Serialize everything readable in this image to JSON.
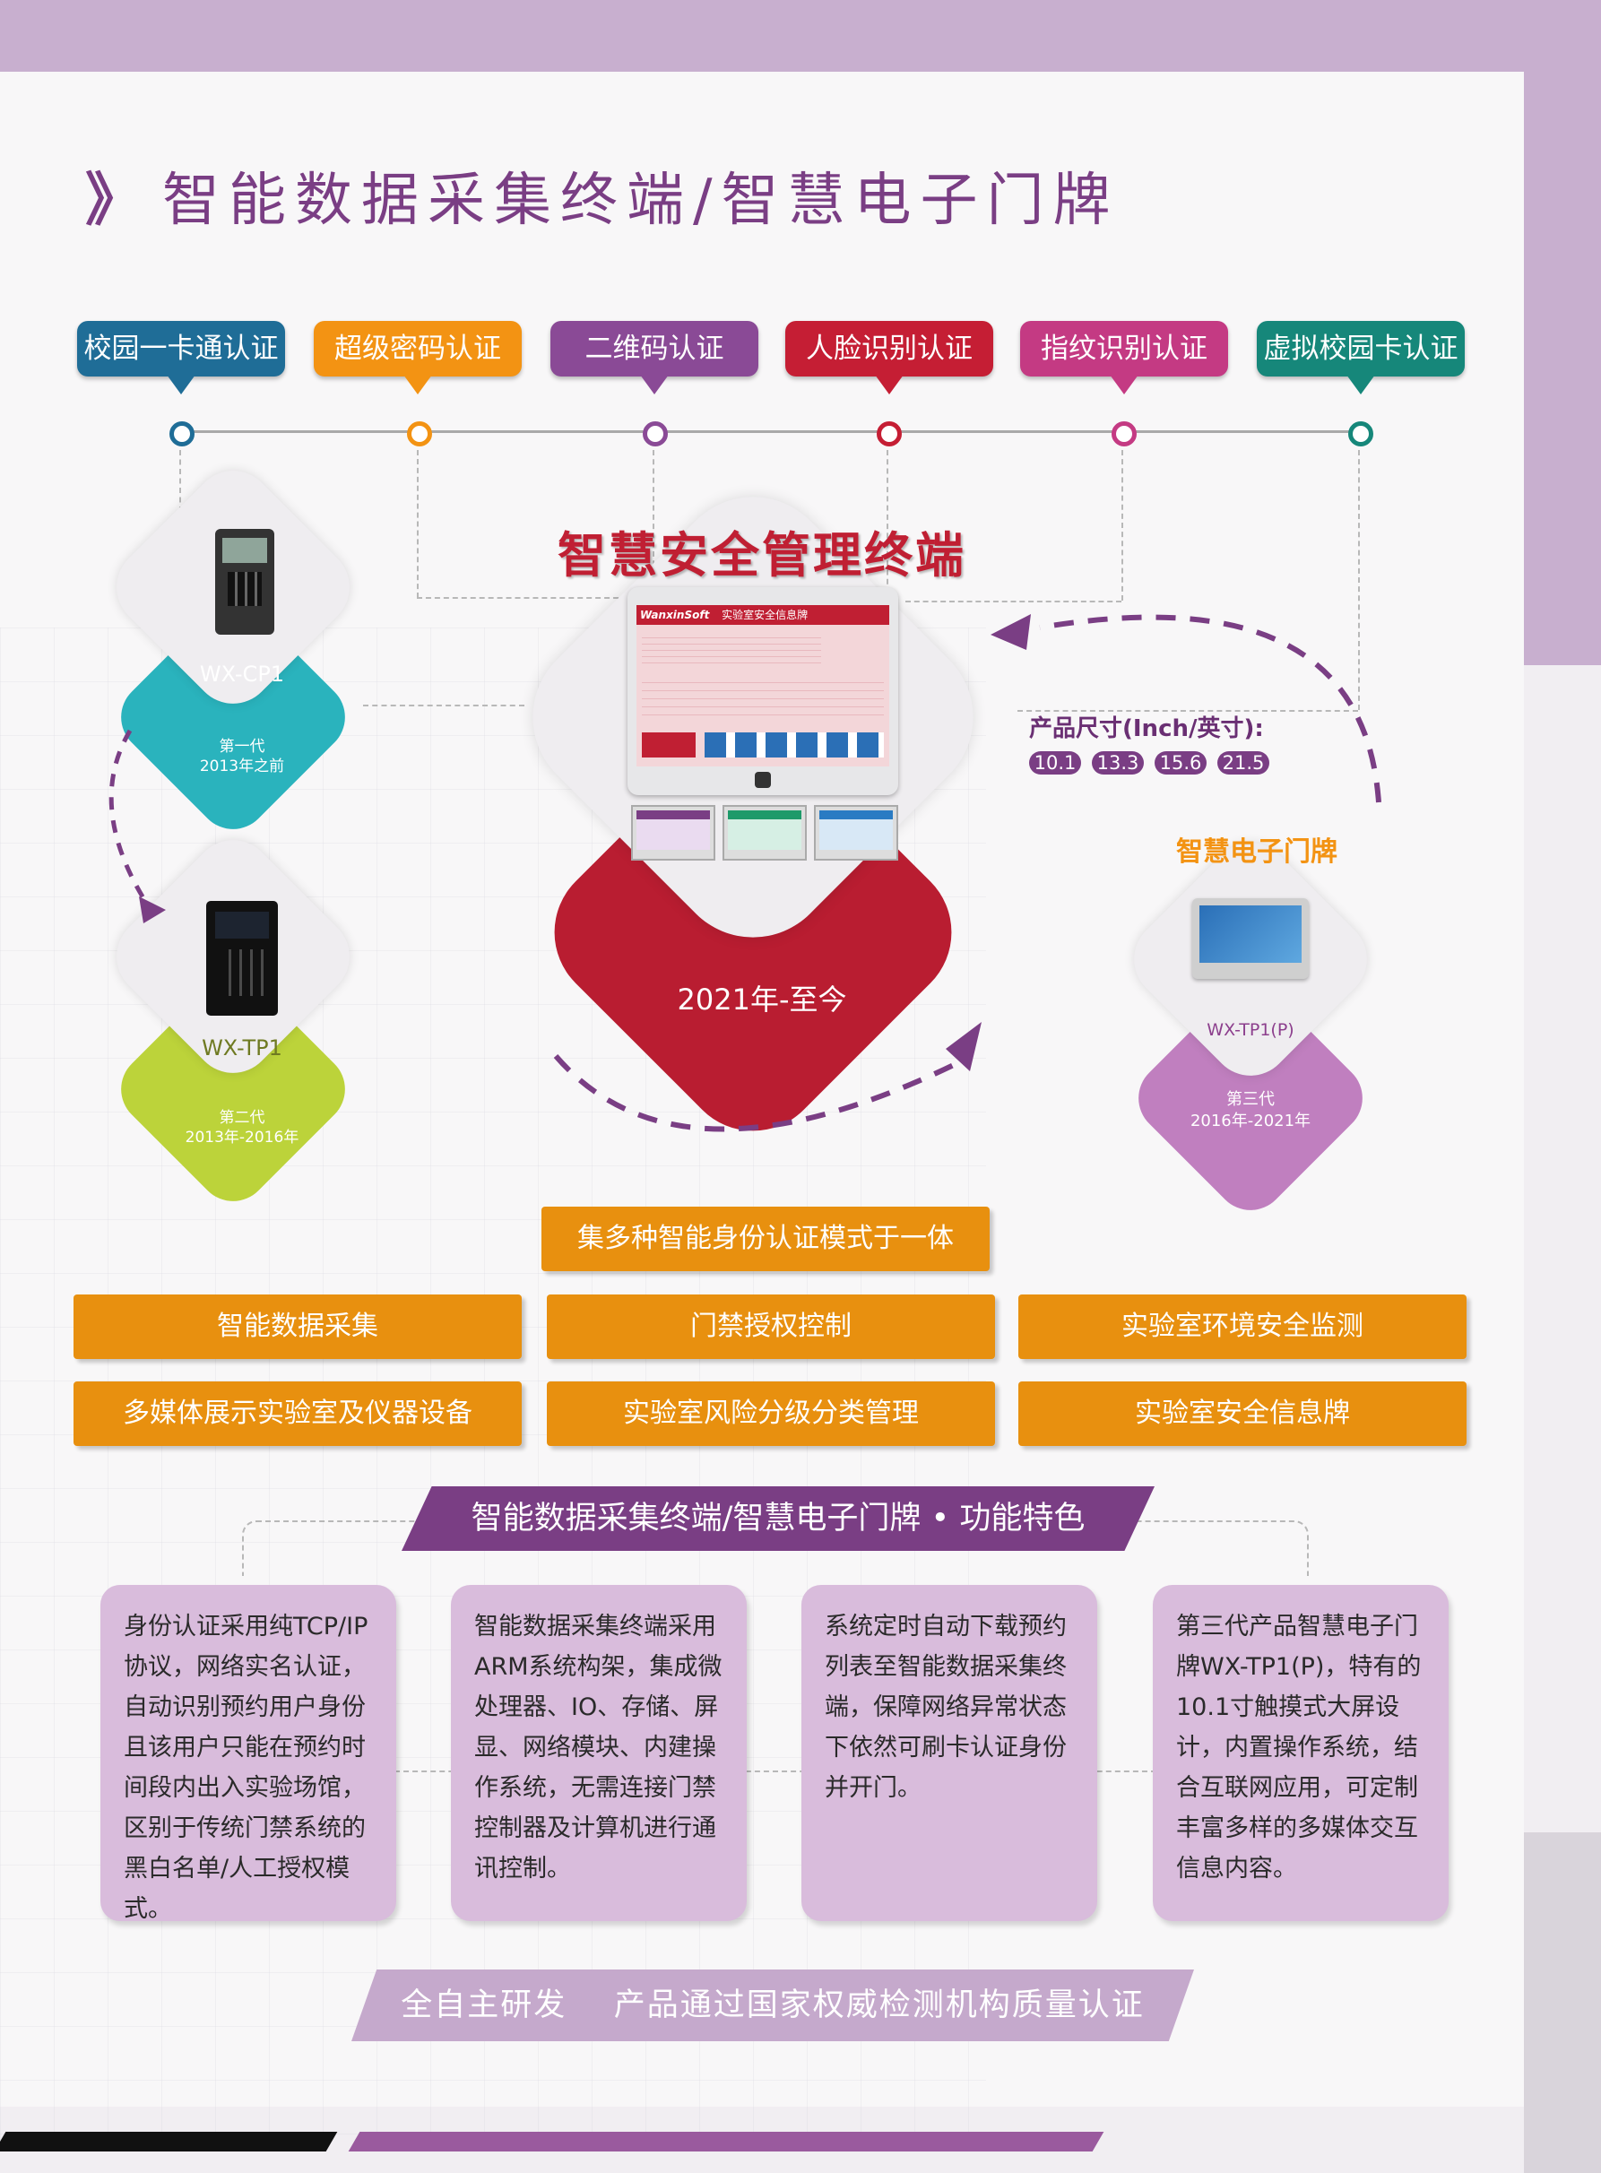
{
  "title": "智能数据采集终端/智慧电子门牌",
  "auth_modes": [
    {
      "label": "校园一卡通认证",
      "color": "#1f6d97"
    },
    {
      "label": "超级密码认证",
      "color": "#f39313"
    },
    {
      "label": "二维码认证",
      "color": "#8a4a96"
    },
    {
      "label": "人脸识别认证",
      "color": "#c51e34"
    },
    {
      "label": "指纹识别认证",
      "color": "#c43a83"
    },
    {
      "label": "虚拟校园卡认证",
      "color": "#16877a"
    }
  ],
  "center": {
    "title": "智慧安全管理终端",
    "period": "2021年-至今",
    "size_label": "产品尺寸(Inch/英寸):",
    "sizes": [
      "10.1",
      "13.3",
      "15.6",
      "21.5"
    ],
    "screen_brand": "WanxinSoft",
    "screen_heading": "实验室安全信息牌"
  },
  "generations": [
    {
      "model": "WX-CP1",
      "gen": "第一代",
      "period": "2013年之前",
      "color": "#2ab3bd"
    },
    {
      "model": "WX-TP1",
      "gen": "第二代",
      "period": "2013年-2016年",
      "color": "#bcd33a"
    },
    {
      "model": "WX-TP1(P)",
      "gen": "第三代",
      "period": "2016年-2021年",
      "color": "#c07fbf",
      "title": "智慧电子门牌"
    }
  ],
  "features": {
    "top": "集多种智能身份认证模式于一体",
    "row1": [
      "智能数据采集",
      "门禁授权控制",
      "实验室环境安全监测"
    ],
    "row2": [
      "多媒体展示实验室及仪器设备",
      "实验室风险分级分类管理",
      "实验室安全信息牌"
    ]
  },
  "section_banner": "智能数据采集终端/智慧电子门牌 • 功能特色",
  "cards": [
    "身份认证采用纯TCP/IP协议，网络实名认证，自动识别预约用户身份且该用户只能在预约时间段内出入实验场馆，区别于传统门禁系统的黑白名单/人工授权模式。",
    "智能数据采集终端采用ARM系统构架，集成微处理器、IO、存储、屏显、网络模块、内建操作系统，无需连接门禁控制器及计算机进行通讯控制。",
    "系统定时自动下载预约列表至智能数据采集终端，保障网络异常状态下依然可刷卡认证身份并开门。",
    "第三代产品智慧电子门牌WX-TP1(P)，特有的10.1寸触摸式大屏设计，内置操作系统，结合互联网应用，可定制丰富多样的多媒体交互信息内容。"
  ],
  "footer": "全自主研发    产品通过国家权威检测机构质量认证"
}
